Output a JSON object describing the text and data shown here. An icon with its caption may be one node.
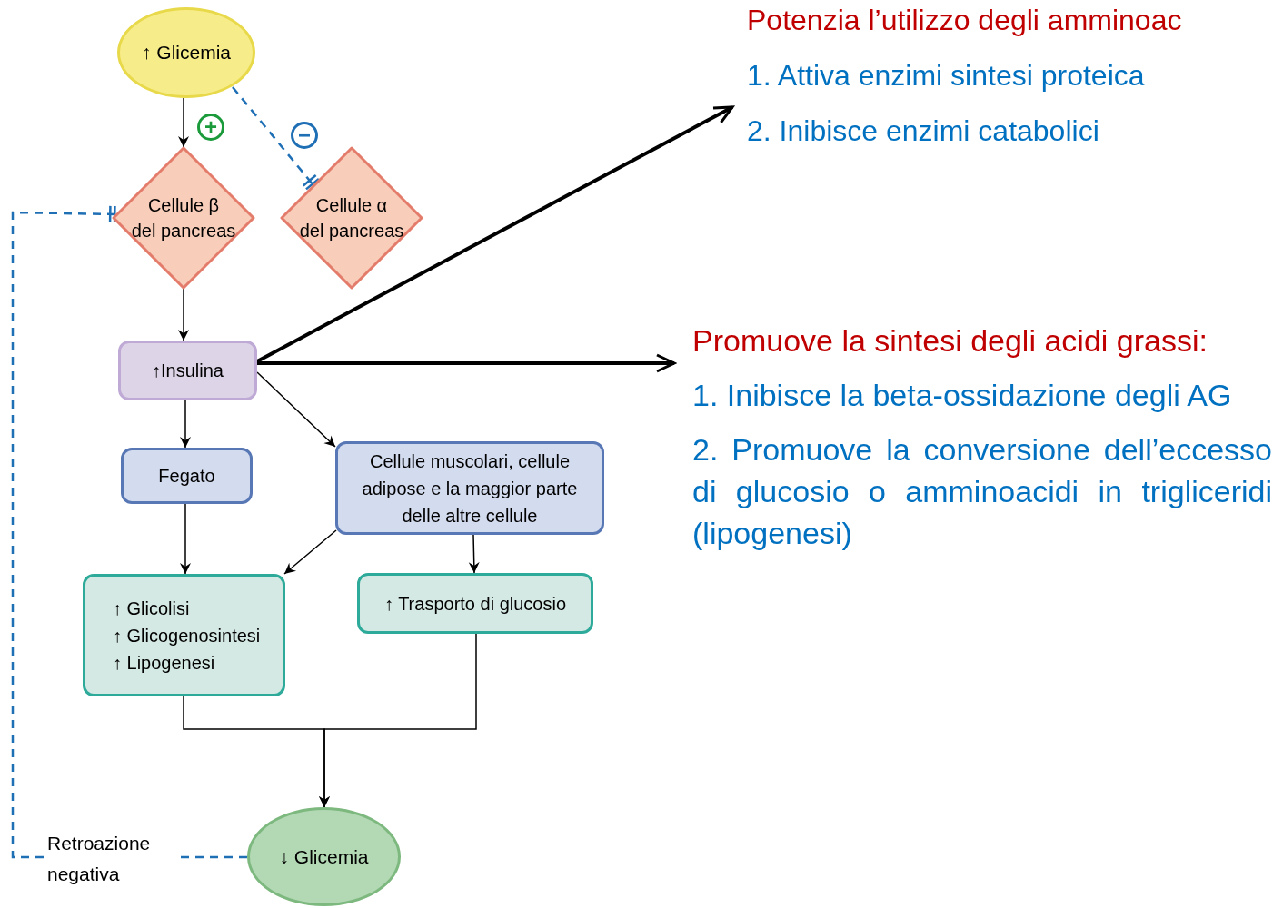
{
  "diagram": {
    "nodes": [
      {
        "text": [
          "↑ Glicemia"
        ]
      },
      {
        "text": [
          "Cellule β del pancreas"
        ]
      },
      {
        "text": [
          "Cellule α del pancreas"
        ]
      },
      {
        "text": [
          "↑Insulina"
        ]
      },
      {
        "text": [
          "Fegato"
        ]
      },
      {
        "text": [
          "Cellule muscolari, cellule adipose e la maggior parte delle altre cellule"
        ]
      },
      {
        "text": [
          "↑ Glicolisi",
          "↑ Glicogenosintesi",
          "↑ Lipogenesi"
        ]
      },
      {
        "text": [
          "↑ Trasporto di glucosio"
        ]
      },
      {
        "text": [
          "↓ Glicemia"
        ]
      },
      {
        "text": [
          "Potenzia l’utilizzo degli amminoac",
          "1. Attiva enzimi sintesi proteica",
          "2. Inibisce enzimi catabolici"
        ]
      },
      {
        "text": [
          "Promuove la sintesi degli acidi grassi:",
          "1. Inibisce la beta-ossidazione degli AG",
          "2. Promuove la conversione dell’eccesso di glucosio o amminoacidi in trigliceridi (lipogenesi)"
        ]
      }
    ],
    "edges": [
      {
        "from": 0,
        "to": 1,
        "arrow": "to",
        "label": "+",
        "color": "#000000"
      },
      {
        "from": 0,
        "to": 2,
        "arrow": "other",
        "label": "−",
        "style": "dashed",
        "color": "#1f6fb5"
      },
      {
        "from": 1,
        "to": 3,
        "arrow": "to"
      },
      {
        "from": 3,
        "to": 4,
        "arrow": "to"
      },
      {
        "from": 3,
        "to": 5,
        "arrow": "to"
      },
      {
        "from": 3,
        "to": 9,
        "arrow": "to",
        "style": "thick"
      },
      {
        "from": 3,
        "to": 10,
        "arrow": "to",
        "style": "thick"
      },
      {
        "from": 4,
        "to": 6,
        "arrow": "to"
      },
      {
        "from": 5,
        "to": 6,
        "arrow": "to"
      },
      {
        "from": 5,
        "to": 7,
        "arrow": "to"
      },
      {
        "from": 6,
        "to": 8,
        "arrow": "to"
      },
      {
        "from": 7,
        "to": 8,
        "arrow": "to"
      },
      {
        "from": 8,
        "to": 1,
        "arrow": "other",
        "label": "Retroazione negativa",
        "style": "dashed",
        "color": "#1f6fb5"
      }
    ]
  }
}
